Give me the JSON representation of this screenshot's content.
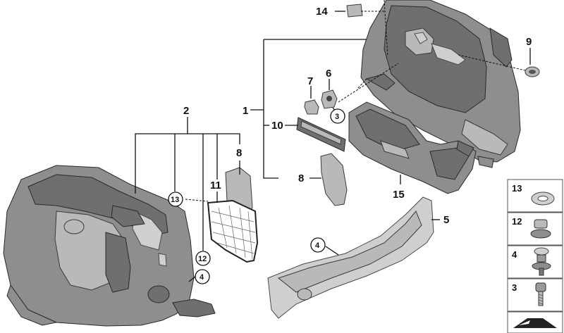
{
  "diagram": {
    "callouts": {
      "c1": "1",
      "c2": "2",
      "c5": "5",
      "c6": "6",
      "c7": "7",
      "c8a": "8",
      "c8b": "8",
      "c9": "9",
      "c10": "10",
      "c11": "11",
      "c14": "14",
      "c15": "15"
    },
    "circled": {
      "r3": "3",
      "r4a": "4",
      "r4b": "4",
      "r12": "12",
      "r13": "13"
    },
    "legend": [
      "13",
      "12",
      "4",
      "3"
    ]
  }
}
